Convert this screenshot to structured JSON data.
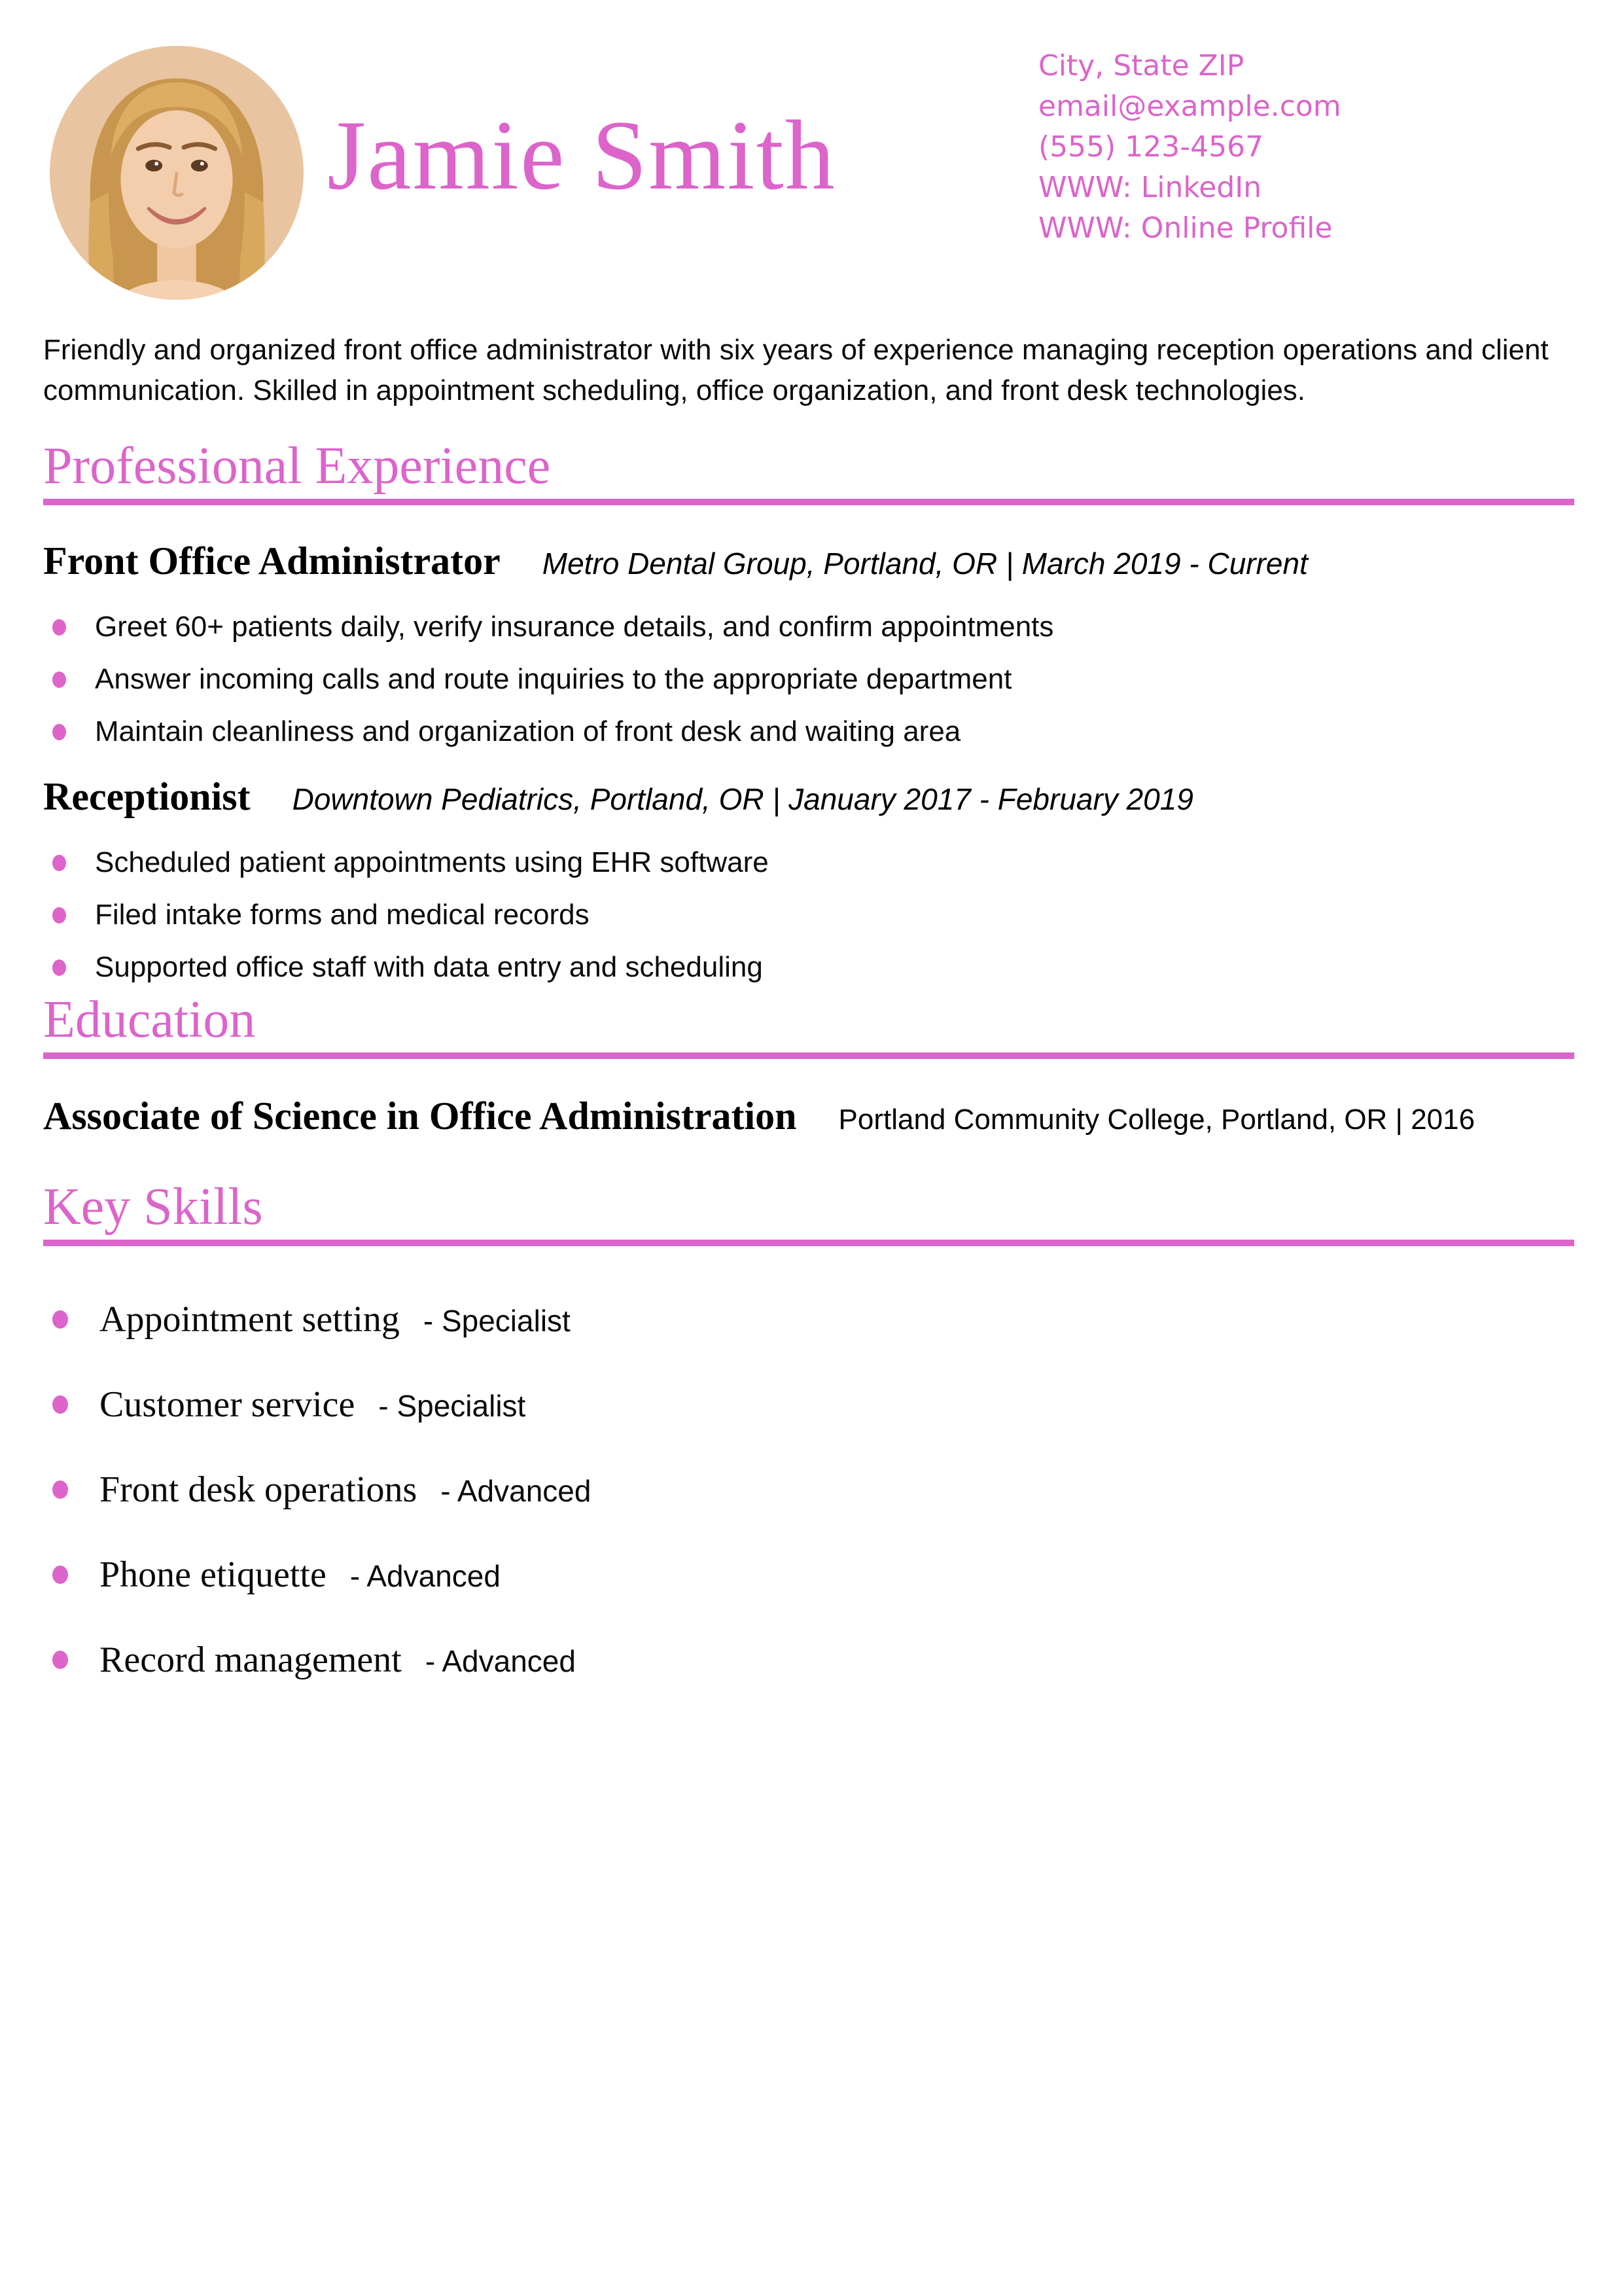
{
  "colors": {
    "accent": "#DC64CA"
  },
  "header": {
    "name": "Jamie Smith",
    "contact_lines": [
      "City, State ZIP",
      "email@example.com",
      "(555) 123-4567",
      "WWW: LinkedIn",
      "WWW: Online Profile"
    ]
  },
  "summary": "Friendly and organized front office administrator with six years of experience managing reception operations and client communication. Skilled in appointment scheduling, office organization, and front desk technologies.",
  "sections": {
    "experience": {
      "heading": "Professional Experience",
      "jobs": [
        {
          "title": "Front Office Administrator",
          "details": "Metro Dental Group, Portland, OR | March 2019 - Current",
          "bullets": [
            "Greet 60+ patients daily, verify insurance details, and confirm appointments",
            "Answer incoming calls and route inquiries to the appropriate department",
            "Maintain cleanliness and organization of front desk and waiting area"
          ]
        },
        {
          "title": "Receptionist",
          "details": "Downtown Pediatrics, Portland, OR | January 2017 - February 2019",
          "bullets": [
            "Scheduled patient appointments using EHR software",
            "Filed intake forms and medical records",
            "Supported office staff with data entry and scheduling"
          ]
        }
      ]
    },
    "education": {
      "heading": "Education",
      "degree": "Associate of Science in Office Administration",
      "details": "Portland Community College, Portland, OR | 2016"
    },
    "skills": {
      "heading": "Key Skills",
      "items": [
        {
          "name": "Appointment setting",
          "level": "- Specialist"
        },
        {
          "name": "Customer service",
          "level": "- Specialist"
        },
        {
          "name": "Front desk operations",
          "level": "- Advanced"
        },
        {
          "name": "Phone etiquette",
          "level": "- Advanced"
        },
        {
          "name": "Record management",
          "level": "- Advanced"
        }
      ]
    }
  }
}
